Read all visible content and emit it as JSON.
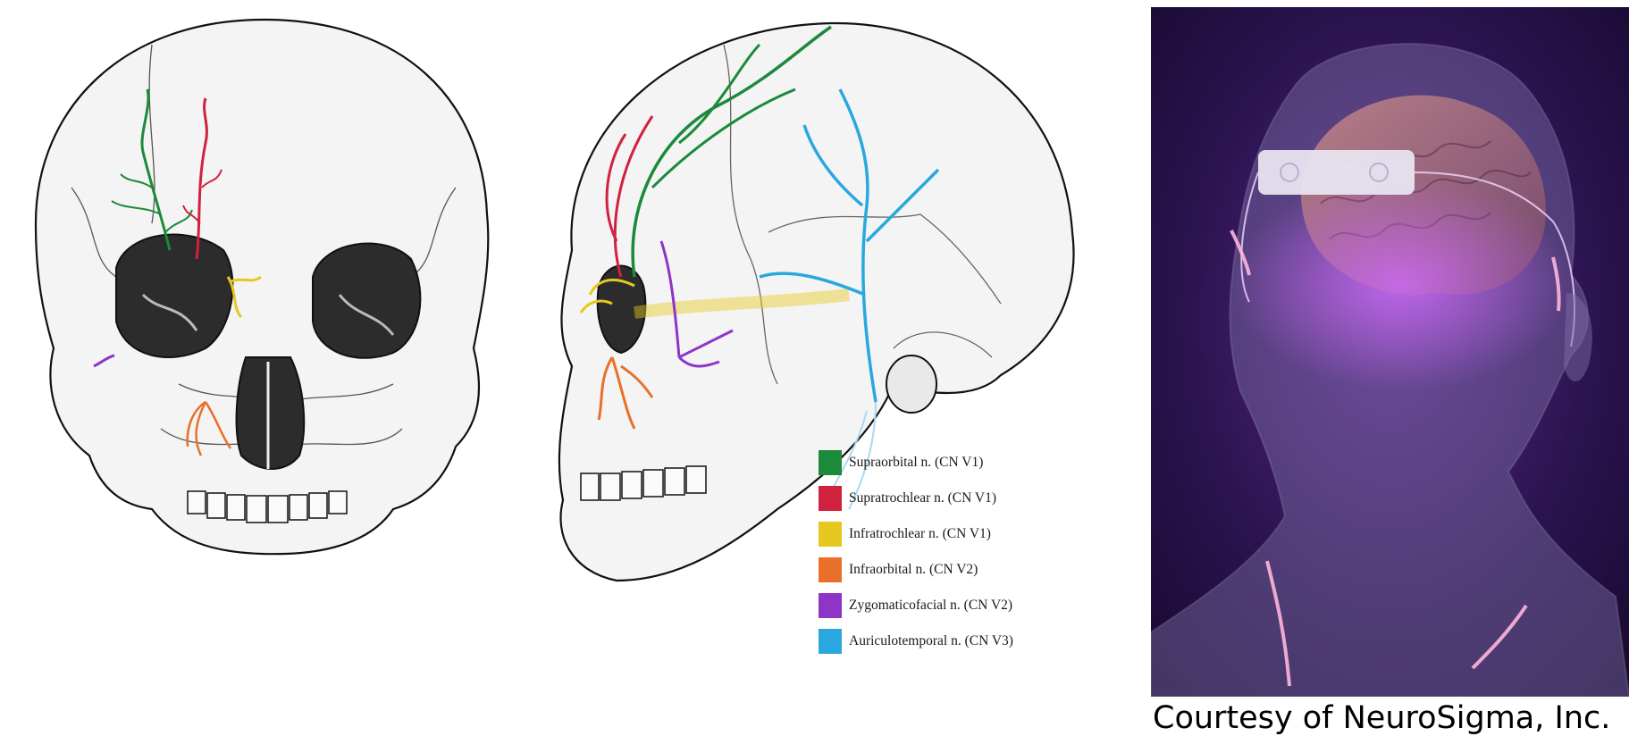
{
  "legend": {
    "items": [
      {
        "label": "Supraorbital n. (CN V1)",
        "color": "#1b8a3a"
      },
      {
        "label": "Supratrochlear n. (CN V1)",
        "color": "#d0213f"
      },
      {
        "label": "Infratrochlear n. (CN V1)",
        "color": "#e6c81f"
      },
      {
        "label": "Infraorbital n. (CN V2)",
        "color": "#e8702a"
      },
      {
        "label": "Zygomaticofacial n. (CN V2)",
        "color": "#8e35c8"
      },
      {
        "label": "Auriculotemporal n. (CN V3)",
        "color": "#29a8e0"
      }
    ]
  },
  "caption": "Courtesy of NeuroSigma, Inc."
}
